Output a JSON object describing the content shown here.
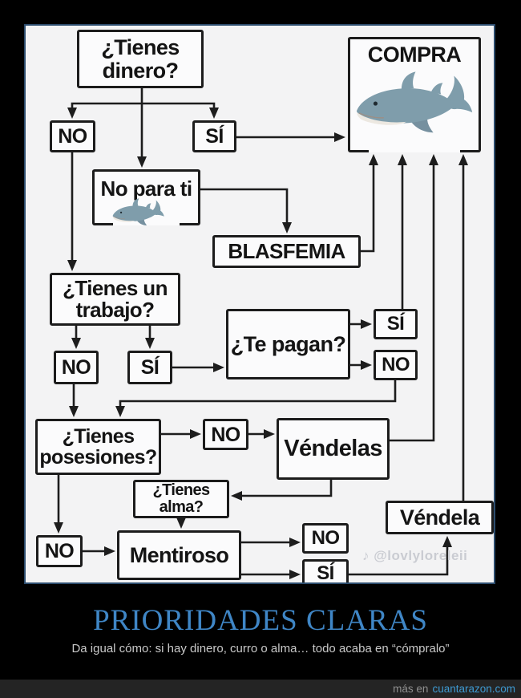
{
  "flowchart": {
    "nodes": {
      "q_dinero": {
        "label": "¿Tienes dinero?"
      },
      "compra": {
        "label": "COMPRA"
      },
      "no1": {
        "label": "NO"
      },
      "si1": {
        "label": "SÍ"
      },
      "no_para_ti": {
        "label": "No para ti"
      },
      "blasfemia": {
        "label": "BLASFEMIA"
      },
      "q_trabajo": {
        "label": "¿Tienes un trabajo?"
      },
      "no2": {
        "label": "NO"
      },
      "si2": {
        "label": "SÍ"
      },
      "q_pagan": {
        "label": "¿Te pagan?"
      },
      "si3": {
        "label": "SÍ"
      },
      "no3": {
        "label": "NO"
      },
      "q_posesiones": {
        "label": "¿Tienes posesiones?"
      },
      "no4": {
        "label": "NO"
      },
      "vendelas": {
        "label": "Véndelas"
      },
      "q_alma": {
        "label": "¿Tienes alma?"
      },
      "no5": {
        "label": "NO"
      },
      "mentiroso": {
        "label": "Mentiroso"
      },
      "no6": {
        "label": "NO"
      },
      "si4": {
        "label": "SÍ"
      },
      "vendela": {
        "label": "Véndela"
      }
    },
    "watermark": {
      "icon": "music-note",
      "handle": "@lovlyloreleii",
      "display": "♪ @lovlyloreleii"
    }
  },
  "caption": {
    "title": "PRIORIDADES CLARAS",
    "subtitle": "Da igual cómo: si hay dinero, curro o alma… todo acaba en “cómpralo”"
  },
  "footer": {
    "prefix": "más en",
    "site": "cuantarazon.com"
  },
  "colors": {
    "panel_border": "#2d4d6e",
    "panel_bg": "#f3f3f4",
    "line": "#1d1d1d",
    "title_blue": "#3f86c6",
    "link_blue": "#3e9ad2",
    "shark_body": "#7f9dab",
    "shark_belly": "#ece8e1"
  }
}
